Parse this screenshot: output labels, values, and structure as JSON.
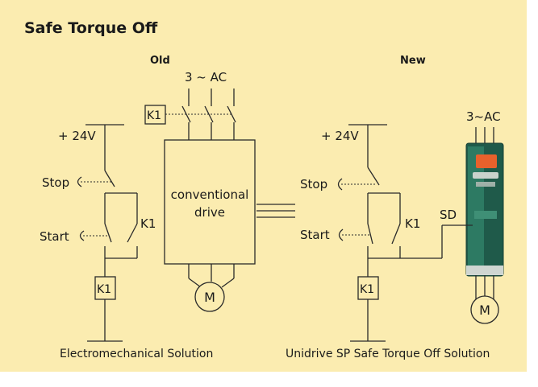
{
  "title": "Safe Torque Off",
  "old": {
    "heading": "Old",
    "supply_label": "3 ~ AC",
    "contactor_label": "K1",
    "voltage_label": "+ 24V",
    "stop_label": "Stop",
    "start_label": "Start",
    "aux_contact_label": "K1",
    "coil_label": "K1",
    "drive_label_line1": "conventional",
    "drive_label_line2": "drive",
    "motor_label": "M",
    "caption": "Electromechanical Solution"
  },
  "new": {
    "heading": "New",
    "supply_label": "3~AC",
    "voltage_label": "+ 24V",
    "stop_label": "Stop",
    "start_label": "Start",
    "aux_contact_label": "K1",
    "coil_label": "K1",
    "sd_label": "SD",
    "motor_label": "M",
    "caption": "Unidrive SP Safe Torque Off Solution"
  },
  "colors": {
    "background": "#fbecb0",
    "line": "#2a2a2a",
    "drive_body": "#1f5a4a",
    "drive_display": "#e8612c"
  }
}
